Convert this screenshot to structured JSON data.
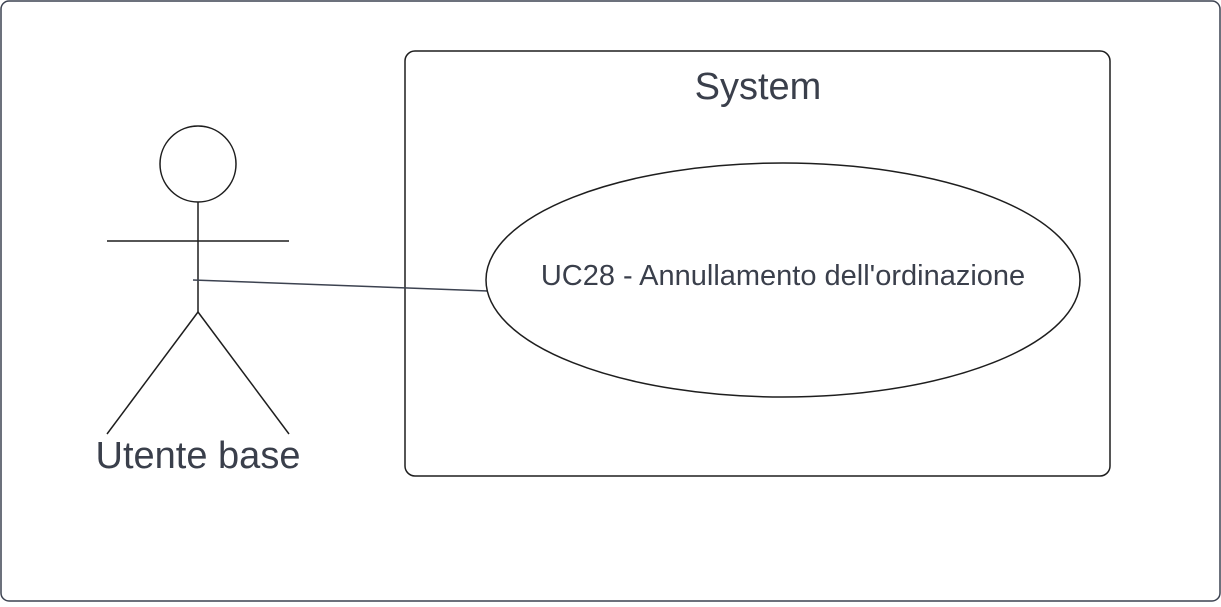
{
  "diagram": {
    "system_title": "System",
    "actor": {
      "label": "Utente base"
    },
    "use_case": {
      "label": "UC28 - Annullamento dell'ordinazione"
    }
  },
  "colors": {
    "stroke": "#2f2f2f",
    "text": "#3a3f4b",
    "frame": "#3c4250",
    "background": "#ffffff"
  }
}
